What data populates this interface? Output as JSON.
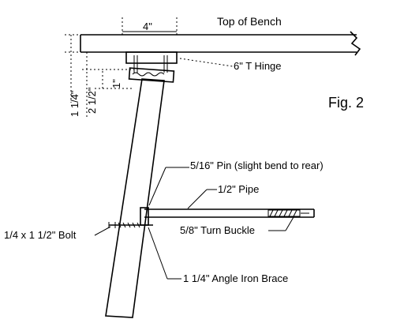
{
  "labels": {
    "top_of_bench": "Top of Bench",
    "width_4": "4\"",
    "t_hinge": "6\" T Hinge",
    "fig": "Fig. 2",
    "dim_1_1_4": "1 1/4\"",
    "dim_2_1_2": "2 1/2\"",
    "dim_1": "1\"",
    "pin": "5/16\" Pin (slight bend to rear)",
    "pipe": "1/2\" Pipe",
    "turnbuckle": "5/8\" Turn Buckle",
    "bolt": "1/4 x 1 1/2\" Bolt",
    "angle_iron": "1 1/4\" Angle Iron Brace"
  }
}
